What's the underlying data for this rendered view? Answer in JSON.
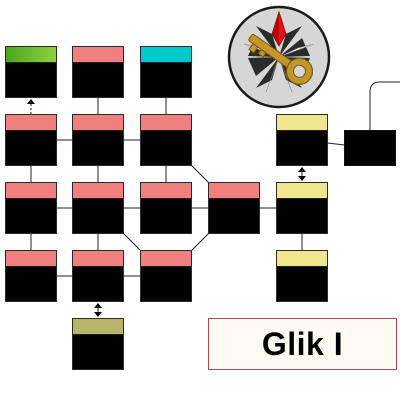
{
  "title": "Glik I",
  "colors": {
    "visited": "#f08080",
    "current": "#00c8cc",
    "quest": "#f0e68c",
    "locked": "#b8b46c",
    "start_gradient": [
      "#4aa81e",
      "#8ed040"
    ],
    "room_fill": "#000000",
    "title_border": "#b3484a",
    "title_bg": "#fffbf2"
  },
  "emblem": {
    "icon": "compass-rose-with-golden-key",
    "pointer_color": "#e81010",
    "key_color": "#c4962a",
    "background": "#d6d6d6"
  },
  "rooms": [
    {
      "id": "r1",
      "status": "start"
    },
    {
      "id": "r2",
      "status": "visited"
    },
    {
      "id": "r3",
      "status": "current"
    },
    {
      "id": "r4",
      "status": "visited"
    },
    {
      "id": "r5",
      "status": "visited"
    },
    {
      "id": "r6",
      "status": "visited"
    },
    {
      "id": "r7",
      "status": "quest"
    },
    {
      "id": "r8",
      "status": "empty"
    },
    {
      "id": "r9",
      "status": "visited"
    },
    {
      "id": "r10",
      "status": "visited"
    },
    {
      "id": "r11",
      "status": "visited"
    },
    {
      "id": "r12",
      "status": "visited"
    },
    {
      "id": "r13",
      "status": "quest"
    },
    {
      "id": "r14",
      "status": "visited"
    },
    {
      "id": "r15",
      "status": "visited"
    },
    {
      "id": "r16",
      "status": "visited"
    },
    {
      "id": "r17",
      "status": "quest"
    },
    {
      "id": "r18",
      "status": "locked"
    }
  ],
  "connections": [
    {
      "from": "r1",
      "to": "r4",
      "type": "one-way"
    },
    {
      "from": "r2",
      "to": "r5",
      "type": "normal"
    },
    {
      "from": "r3",
      "to": "r6",
      "type": "normal"
    },
    {
      "from": "r4",
      "to": "r5",
      "type": "normal"
    },
    {
      "from": "r5",
      "to": "r6",
      "type": "normal"
    },
    {
      "from": "r4",
      "to": "r9",
      "type": "normal"
    },
    {
      "from": "r5",
      "to": "r10",
      "type": "normal"
    },
    {
      "from": "r6",
      "to": "r11",
      "type": "normal"
    },
    {
      "from": "r6",
      "to": "r12",
      "type": "normal"
    },
    {
      "from": "r7",
      "to": "r8",
      "type": "normal"
    },
    {
      "from": "r7",
      "to": "r13",
      "type": "two-way-arrow"
    },
    {
      "from": "r9",
      "to": "r10",
      "type": "normal"
    },
    {
      "from": "r10",
      "to": "r11",
      "type": "normal"
    },
    {
      "from": "r11",
      "to": "r12",
      "type": "normal"
    },
    {
      "from": "r12",
      "to": "r13",
      "type": "normal"
    },
    {
      "from": "r9",
      "to": "r14",
      "type": "normal"
    },
    {
      "from": "r10",
      "to": "r15",
      "type": "normal"
    },
    {
      "from": "r10",
      "to": "r16",
      "type": "normal"
    },
    {
      "from": "r12",
      "to": "r16",
      "type": "normal"
    },
    {
      "from": "r13",
      "to": "r17",
      "type": "normal"
    },
    {
      "from": "r14",
      "to": "r15",
      "type": "normal"
    },
    {
      "from": "r15",
      "to": "r16",
      "type": "normal"
    },
    {
      "from": "r15",
      "to": "r18",
      "type": "two-way-arrow"
    },
    {
      "from": "r8",
      "to": "offscreen",
      "type": "exit"
    }
  ]
}
